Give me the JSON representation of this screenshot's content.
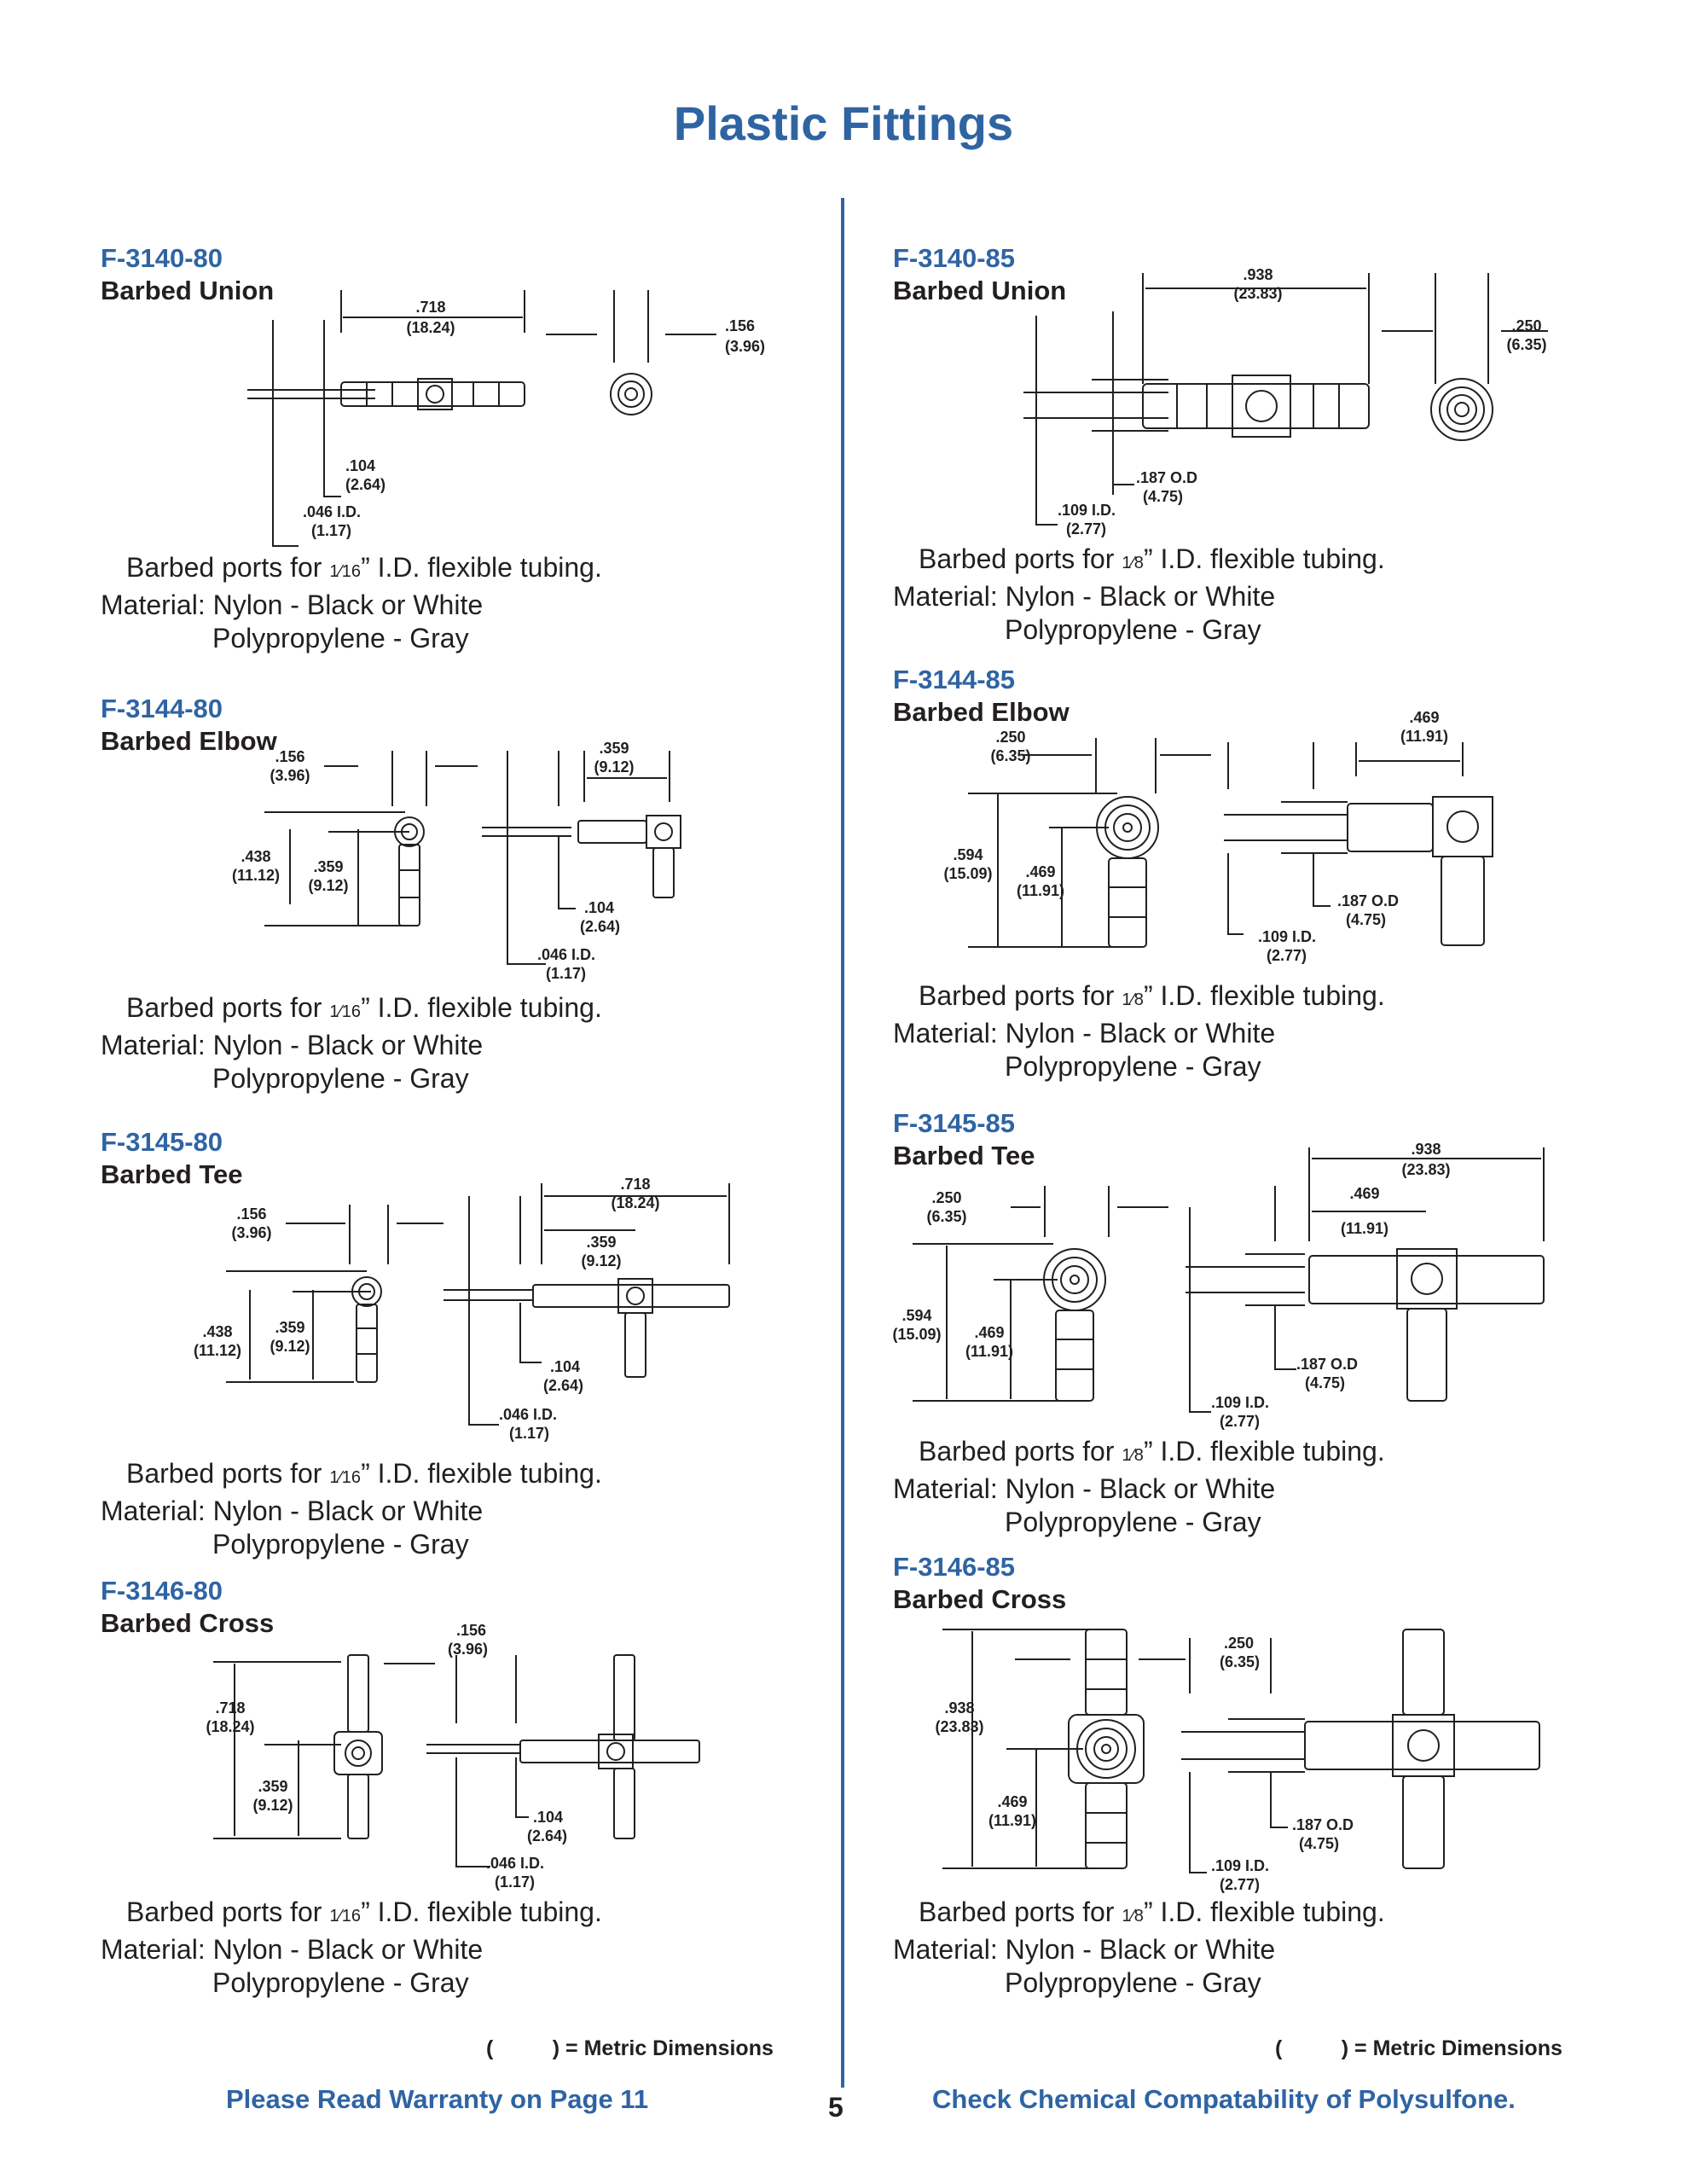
{
  "page": {
    "title": "Plastic Fittings",
    "page_number": "5",
    "metric_note": "(          ) = Metric Dimensions",
    "footer_left": "Please Read Warranty on Page 11",
    "footer_right": "Check Chemical Compatability of Polysulfone."
  },
  "common": {
    "material_line": "Material: Nylon - Black or White",
    "polypropylene_line": "Polypropylene - Gray",
    "ports_prefix": "Barbed ports for ",
    "ports_suffix": "” I.D. flexible tubing.",
    "frac_small": "1⁄16",
    "frac_large": "1⁄8"
  },
  "products": [
    {
      "code": "F-3140-80",
      "name": "Barbed Union",
      "dims": [
        "18.24",
        ".718",
        ".156",
        "(3.96)",
        ".104",
        "(2.64)",
        ".046 I.D.",
        "(1.17)"
      ]
    },
    {
      "code": "F-3144-80",
      "name": "Barbed Elbow",
      "dims": [
        ".156",
        "(3.96)",
        ".359",
        "(9.12)",
        ".438",
        "(11.12)",
        ".104",
        "(2.64)",
        ".046 I.D.",
        "(1.17)"
      ]
    },
    {
      "code": "F-3145-80",
      "name": "Barbed Tee",
      "dims": [
        ".156",
        "(3.96)",
        ".718",
        "(18.24)",
        ".359",
        "(9.12)",
        ".438",
        "(11.12)",
        ".104",
        "(2.64)",
        ".046 I.D.",
        "(1.17)"
      ]
    },
    {
      "code": "F-3146-80",
      "name": "Barbed Cross",
      "dims": [
        ".718",
        "(18.24)",
        ".156",
        "(3.96)",
        ".359",
        "(9.12)",
        ".104",
        "(2.64)",
        ".046 I.D.",
        "(1.17)"
      ]
    },
    {
      "code": "F-3140-85",
      "name": "Barbed Union",
      "dims": [
        ".938",
        "(23.83)",
        ".250",
        "(6.35)",
        ".187 O.D",
        "(4.75)",
        ".109 I.D.",
        "(2.77)"
      ]
    },
    {
      "code": "F-3144-85",
      "name": "Barbed Elbow",
      "dims": [
        ".250",
        "(6.35)",
        ".469",
        "(11.91)",
        ".594",
        "(15.09)",
        ".187 O.D",
        "(4.75)",
        ".109 I.D.",
        "(2.77)"
      ]
    },
    {
      "code": "F-3145-85",
      "name": "Barbed Tee",
      "dims": [
        ".250",
        "(6.35)",
        ".938",
        "(23.83)",
        ".469",
        "(11.91)",
        ".594",
        "(15.09)",
        ".187 O.D",
        "(4.75)",
        ".109 I.D.",
        "(2.77)"
      ]
    },
    {
      "code": "F-3146-85",
      "name": "Barbed Cross",
      "dims": [
        ".250",
        "(6.35)",
        ".938",
        "(23.83)",
        ".469",
        "(11.91)",
        ".187 O.D",
        "(4.75)",
        ".109 I.D.",
        "(2.77)"
      ]
    }
  ]
}
